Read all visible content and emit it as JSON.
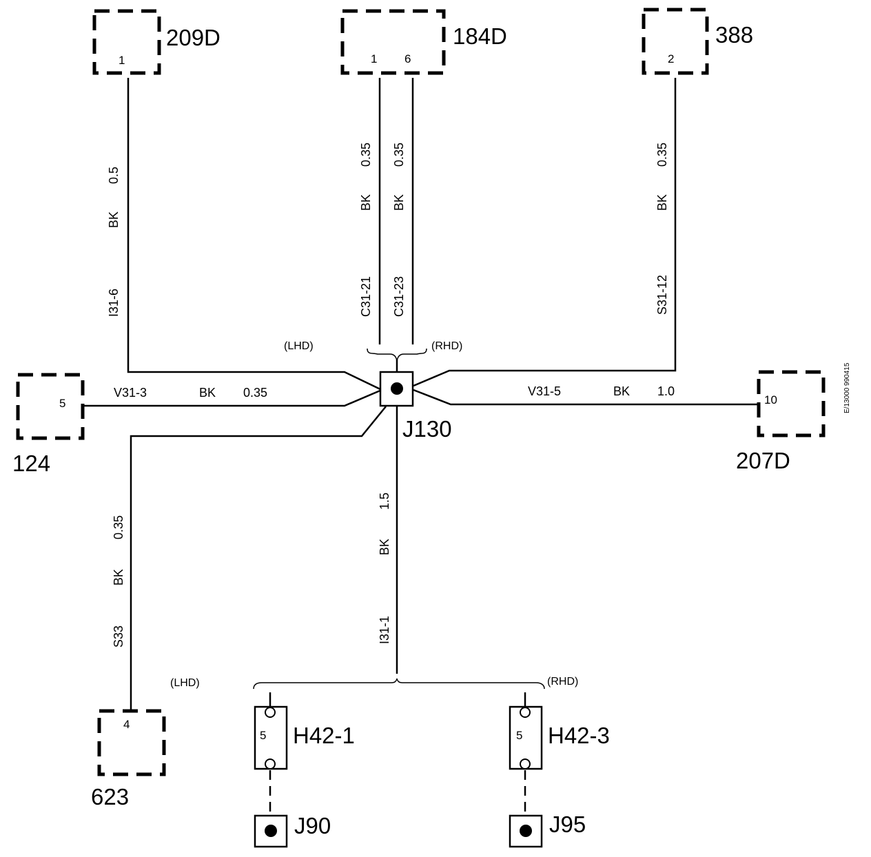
{
  "connectors": {
    "c209d": {
      "name": "209D",
      "pin": "1"
    },
    "c184d": {
      "name": "184D",
      "pin_a": "1",
      "pin_b": "6"
    },
    "c388": {
      "name": "388",
      "pin": "2"
    },
    "c124": {
      "name": "124",
      "pin": "5"
    },
    "c207d": {
      "name": "207D",
      "pin": "10"
    },
    "c623": {
      "name": "623",
      "pin": "4"
    }
  },
  "splice": {
    "name": "J130"
  },
  "grounds": {
    "j90": "J90",
    "j95": "J95"
  },
  "modules": {
    "h42_1": {
      "name": "H42-1",
      "pin": "5"
    },
    "h42_3": {
      "name": "H42-3",
      "pin": "5"
    }
  },
  "options": {
    "lhd": "(LHD)",
    "rhd": "(RHD)"
  },
  "wires": {
    "w209": {
      "size": "0.5",
      "color": "BK",
      "id": "I31-6"
    },
    "w184a": {
      "size": "0.35",
      "color": "BK",
      "id": "C31-21"
    },
    "w184b": {
      "size": "0.35",
      "color": "BK",
      "id": "C31-23"
    },
    "w388": {
      "size": "0.35",
      "color": "BK",
      "id": "S31-12"
    },
    "w124": {
      "id": "V31-3",
      "color": "BK",
      "size": "0.35"
    },
    "w207": {
      "id": "V31-5",
      "color": "BK",
      "size": "1.0"
    },
    "w623": {
      "size": "0.35",
      "color": "BK",
      "id": "S33"
    },
    "wmain": {
      "size": "1.5",
      "color": "BK",
      "id": "I31-1"
    }
  },
  "ref_code": "E/13000 990415"
}
